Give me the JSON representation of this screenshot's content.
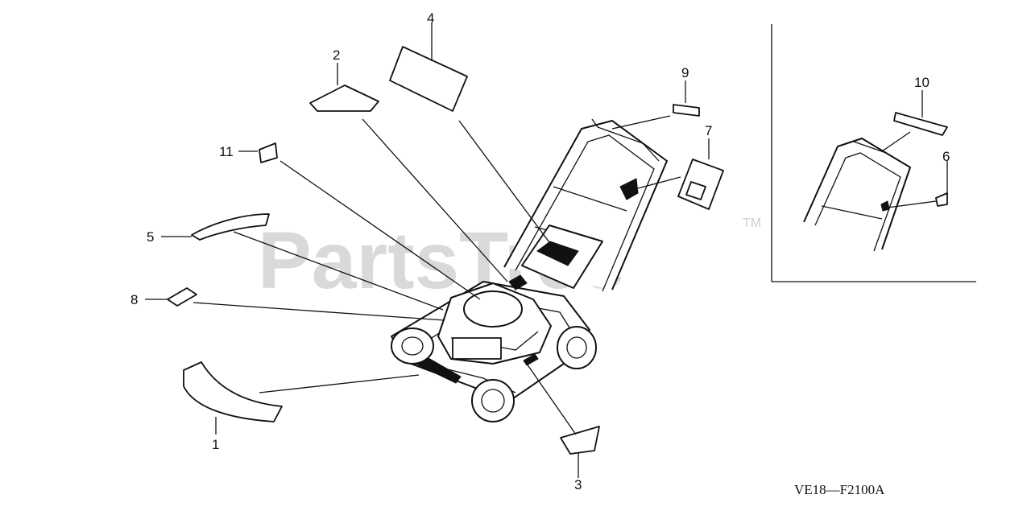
{
  "watermark": {
    "text": "PartsTree",
    "trademark": "TM"
  },
  "figure_code": "VE18—F2100A",
  "callouts": {
    "c1": "1",
    "c2": "2",
    "c3": "3",
    "c4": "4",
    "c5": "5",
    "c6": "6",
    "c7": "7",
    "c8": "8",
    "c9": "9",
    "c10": "10",
    "c11": "11"
  },
  "parts": [
    {
      "id": 1,
      "icon": "curved-side-label-icon"
    },
    {
      "id": 2,
      "icon": "triangle-label-icon"
    },
    {
      "id": 3,
      "icon": "small-label-icon"
    },
    {
      "id": 4,
      "icon": "rectangular-label-icon"
    },
    {
      "id": 5,
      "icon": "wave-label-icon"
    },
    {
      "id": 6,
      "icon": "small-label-icon"
    },
    {
      "id": 7,
      "icon": "u-shaped-label-icon"
    },
    {
      "id": 8,
      "icon": "diamond-label-icon"
    },
    {
      "id": 9,
      "icon": "strip-label-icon"
    },
    {
      "id": 10,
      "icon": "strip-label-icon"
    },
    {
      "id": 11,
      "icon": "square-label-icon"
    }
  ]
}
